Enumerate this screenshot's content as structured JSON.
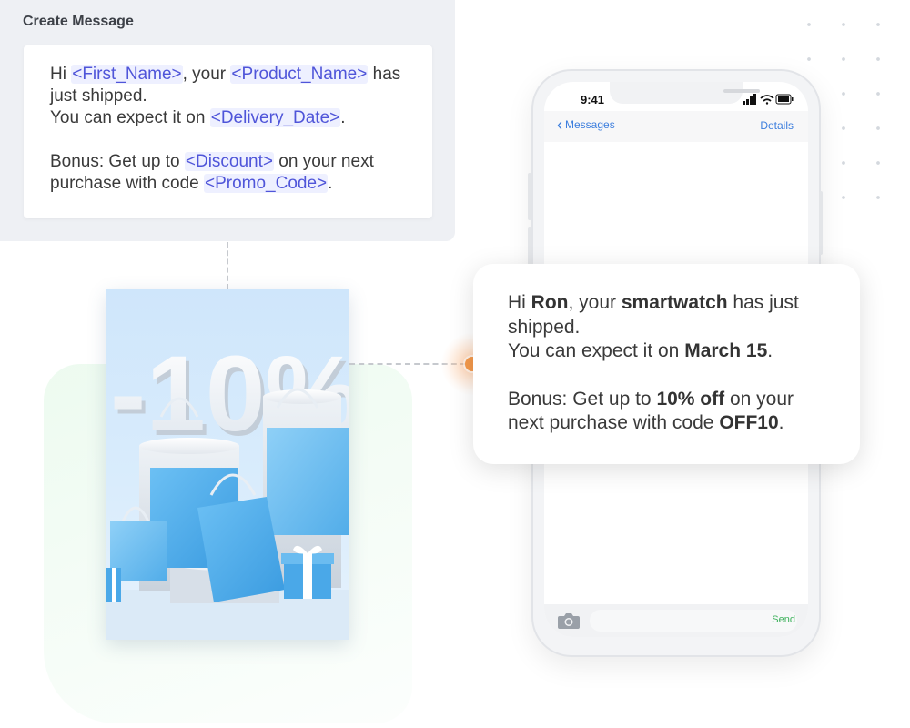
{
  "panel": {
    "title": "Create Message",
    "template": {
      "hi": "Hi ",
      "first_name": "<First_Name>",
      "your": ", your ",
      "product_name": "<Product_Name>",
      "has": " has",
      "just_shipped": "just shipped.",
      "expect": "You can expect it on ",
      "delivery_date": "<Delivery_Date>",
      "period": ".",
      "bonus": "Bonus: Get up to ",
      "discount": "<Discount>",
      "next": " on your next",
      "purchase": "purchase with code ",
      "promo_code": "<Promo_Code>",
      "period2": "."
    }
  },
  "promo": {
    "text": "-10%",
    "colors": {
      "background": "#d4e9fb",
      "bags": "#4aa8e8",
      "bag_light": "#7cc3f2"
    }
  },
  "phone": {
    "status_time": "9:41",
    "nav": {
      "back_label": "Messages",
      "details_label": "Details"
    },
    "send_label": "Send"
  },
  "message": {
    "hi": "Hi ",
    "name": "Ron",
    "your": ", your ",
    "product": "smartwatch",
    "has_just": " has just",
    "shipped": "shipped.",
    "expect": "You can expect it on ",
    "date": "March 15",
    "period": ".",
    "bonus": "Bonus: Get up to ",
    "discount": "10% off",
    "on_your": " on your",
    "next_purchase": "next purchase with code ",
    "code": "OFF10",
    "period2": "."
  },
  "colors": {
    "accent_blue": "#3b7ddd",
    "tag_purple": "#4f55d9",
    "send_green": "#3cb15b",
    "pulse_orange": "#f59a4c",
    "panel_bg": "#eef0f4"
  }
}
